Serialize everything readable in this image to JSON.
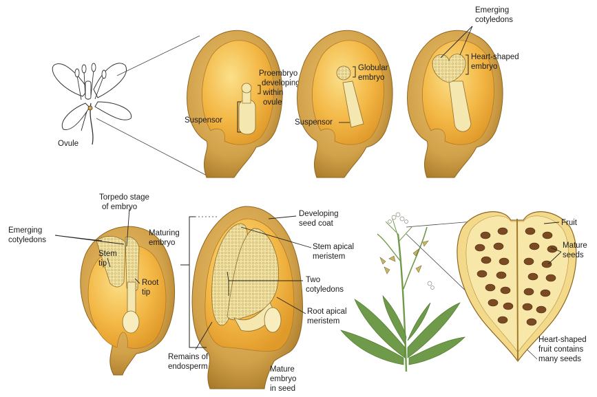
{
  "labels": {
    "ovule": "Ovule",
    "proembryo": [
      "Proembryo",
      "developing",
      "within",
      "ovule"
    ],
    "suspensor_1": "Suspensor",
    "globular": [
      "Globular",
      "embryo"
    ],
    "suspensor_2": "Suspensor",
    "emerging_top": [
      "Emerging",
      "cotyledons"
    ],
    "heart": [
      "Heart-shaped",
      "embryo"
    ],
    "torpedo": [
      "Torpedo stage",
      "of embryo"
    ],
    "emerging_bottom": [
      "Emerging",
      "cotyledons"
    ],
    "stem_tip": [
      "Stem",
      "tip"
    ],
    "root_tip": [
      "Root",
      "tip"
    ],
    "maturing": [
      "Maturing",
      "embryo"
    ],
    "seed_coat": [
      "Developing",
      "seed coat"
    ],
    "stem_meristem": [
      "Stem apical",
      "meristem"
    ],
    "two_cot": [
      "Two",
      "cotyledons"
    ],
    "root_meristem": [
      "Root apical",
      "meristem"
    ],
    "endosperm": [
      "Remains of",
      "endosperm"
    ],
    "mature_embryo": [
      "Mature",
      "embryo",
      "in seed"
    ],
    "fruit": "Fruit",
    "mature_seeds": [
      "Mature",
      "seeds"
    ],
    "heart_fruit": [
      "Heart-shaped",
      "fruit contains",
      "many seeds"
    ]
  },
  "colors": {
    "ovule_outer": "#c99a3a",
    "ovule_inner": "#f2b445",
    "embryo": "#f6ecb8",
    "seed": "#7a4a22",
    "leaf": "#6f9a4a"
  }
}
